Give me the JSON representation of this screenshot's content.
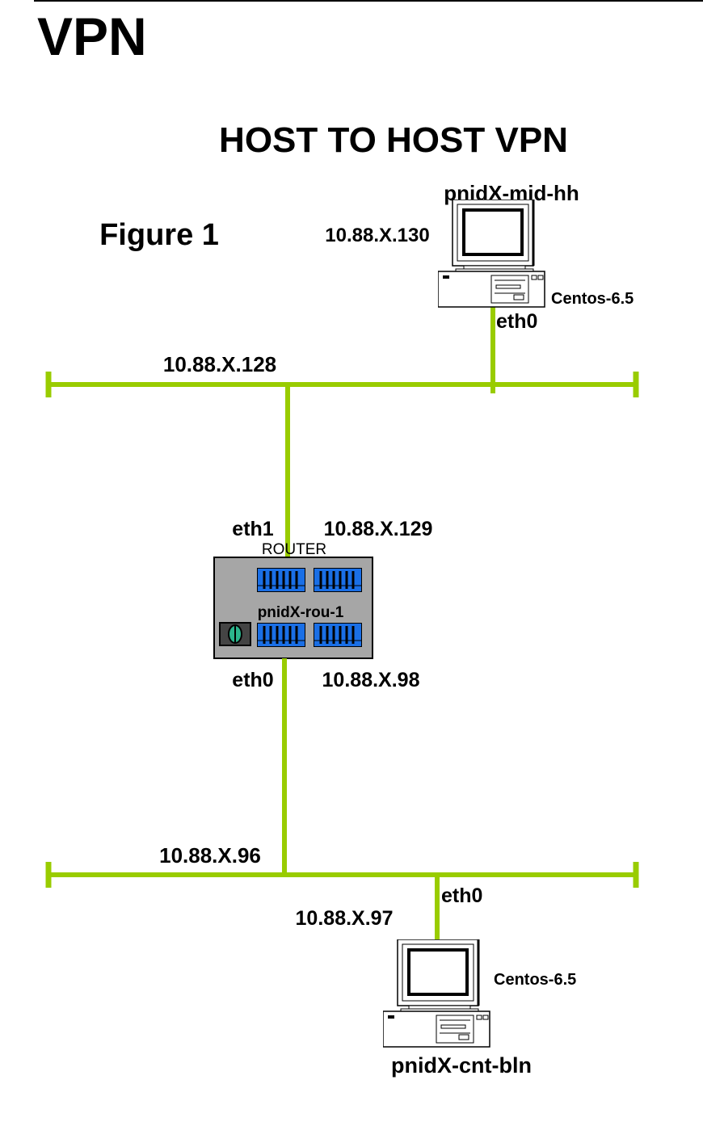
{
  "page": {
    "title": "VPN",
    "subtitle": "HOST TO HOST VPN",
    "figure_label": "Figure 1"
  },
  "colors": {
    "network_line": "#99cc00",
    "port_blue": "#1a6fe6",
    "router_gray": "#a6a6a6"
  },
  "networks": {
    "top": {
      "label": "10.88.X.128"
    },
    "bottom": {
      "label": "10.88.X.96"
    }
  },
  "hosts": {
    "mid": {
      "name": "pnidX-mid-hh",
      "ip": "10.88.X.130",
      "os": "Centos-6.5",
      "iface": "eth0",
      "icon": "desktop-computer-icon"
    },
    "cnt": {
      "name": "pnidX-cnt-bln",
      "ip": "10.88.X.97",
      "os": "Centos-6.5",
      "iface": "eth0",
      "icon": "desktop-computer-icon"
    }
  },
  "router": {
    "type_label": "ROUTER",
    "name": "pnidX-rou-1",
    "icon": "router-icon",
    "eth1": {
      "iface": "eth1",
      "ip": "10.88.X.129"
    },
    "eth0": {
      "iface": "eth0",
      "ip": "10.88.X.98"
    }
  }
}
